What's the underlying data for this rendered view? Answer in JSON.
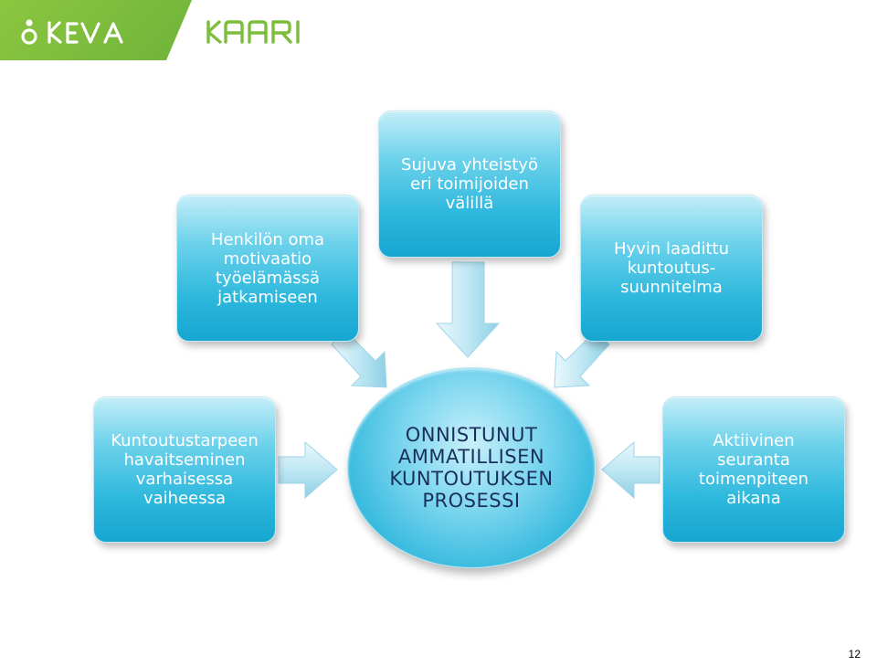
{
  "header": {
    "keva_logo_text": "KEVA",
    "kaari_logo_text": "KAARI",
    "band_color": "#7dbd3c"
  },
  "diagram": {
    "center": "ONNISTUNUT\nAMMATILLISEN\nKUNTOUTUKSEN\nPROSESSI",
    "top": "Sujuva yhteistyö\neri toimijoiden\nvälillä",
    "upper_left": "Henkilön oma\nmotivaatio\ntyöelämässä\njatkamiseen",
    "upper_right": "Hyvin laadittu\nkuntoutus-\nsuunnitelma",
    "left": "Kuntoutustarpeen\nhavaitseminen\nvarhaisessa\nvaiheessa",
    "right": "Aktiivinen\nseuranta\ntoimenpiteen\naikana"
  },
  "colors": {
    "box_text": "#ffffff",
    "center_text": "#1a2f5c",
    "box_blue": "#2db8dd"
  },
  "footer": {
    "page_number": "12"
  }
}
